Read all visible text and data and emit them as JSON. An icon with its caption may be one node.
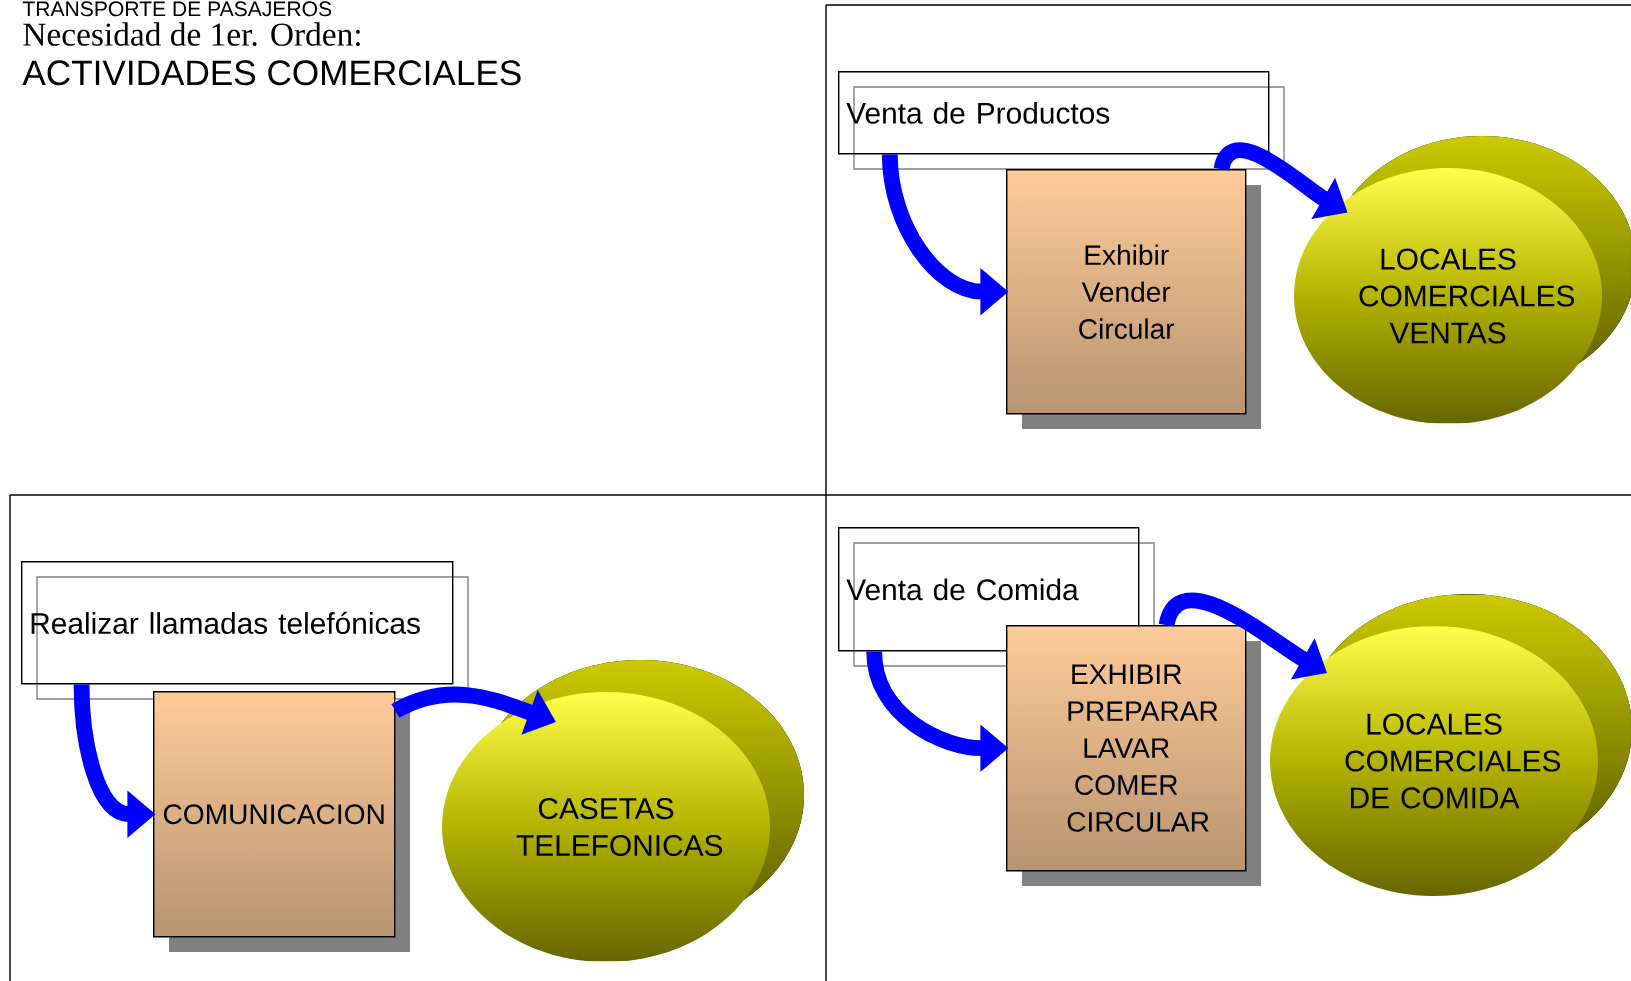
{
  "diagram": {
    "title": "TRANSPORTE DE PASAJEROS",
    "nodes": [
      {
        "text": [
          "Venta de Productos"
        ]
      },
      {
        "text": [
          "Exhibir Vender Circular"
        ]
      },
      {
        "text": [
          "LOCALES COMERCIALES VENTAS"
        ]
      },
      {
        "text": [
          "Realizar llamadas telefónicas"
        ]
      },
      {
        "text": [
          "COMUNICACION"
        ]
      },
      {
        "text": [
          "CASETAS TELEFONICAS"
        ]
      },
      {
        "text": [
          "Venta de Comida"
        ]
      },
      {
        "text": [
          "EXHIBIR PREPARAR LAVAR COMER CIRCULAR"
        ]
      },
      {
        "text": [
          "LOCALES COMERCIALES DE COMIDA"
        ]
      }
    ],
    "edges": [
      {
        "from": 0,
        "to": 1,
        "arrow": "to"
      },
      {
        "from": 1,
        "to": 2,
        "arrow": "to"
      },
      {
        "from": 3,
        "to": 4,
        "arrow": "to"
      },
      {
        "from": 4,
        "to": 5,
        "arrow": "to"
      },
      {
        "from": 6,
        "to": 7,
        "arrow": "to"
      },
      {
        "from": 7,
        "to": 8,
        "arrow": "to"
      }
    ],
    "labels": [
      "Necesidad de 1er. Orden:",
      "ACTIVIDADES COMERCIALES"
    ]
  }
}
